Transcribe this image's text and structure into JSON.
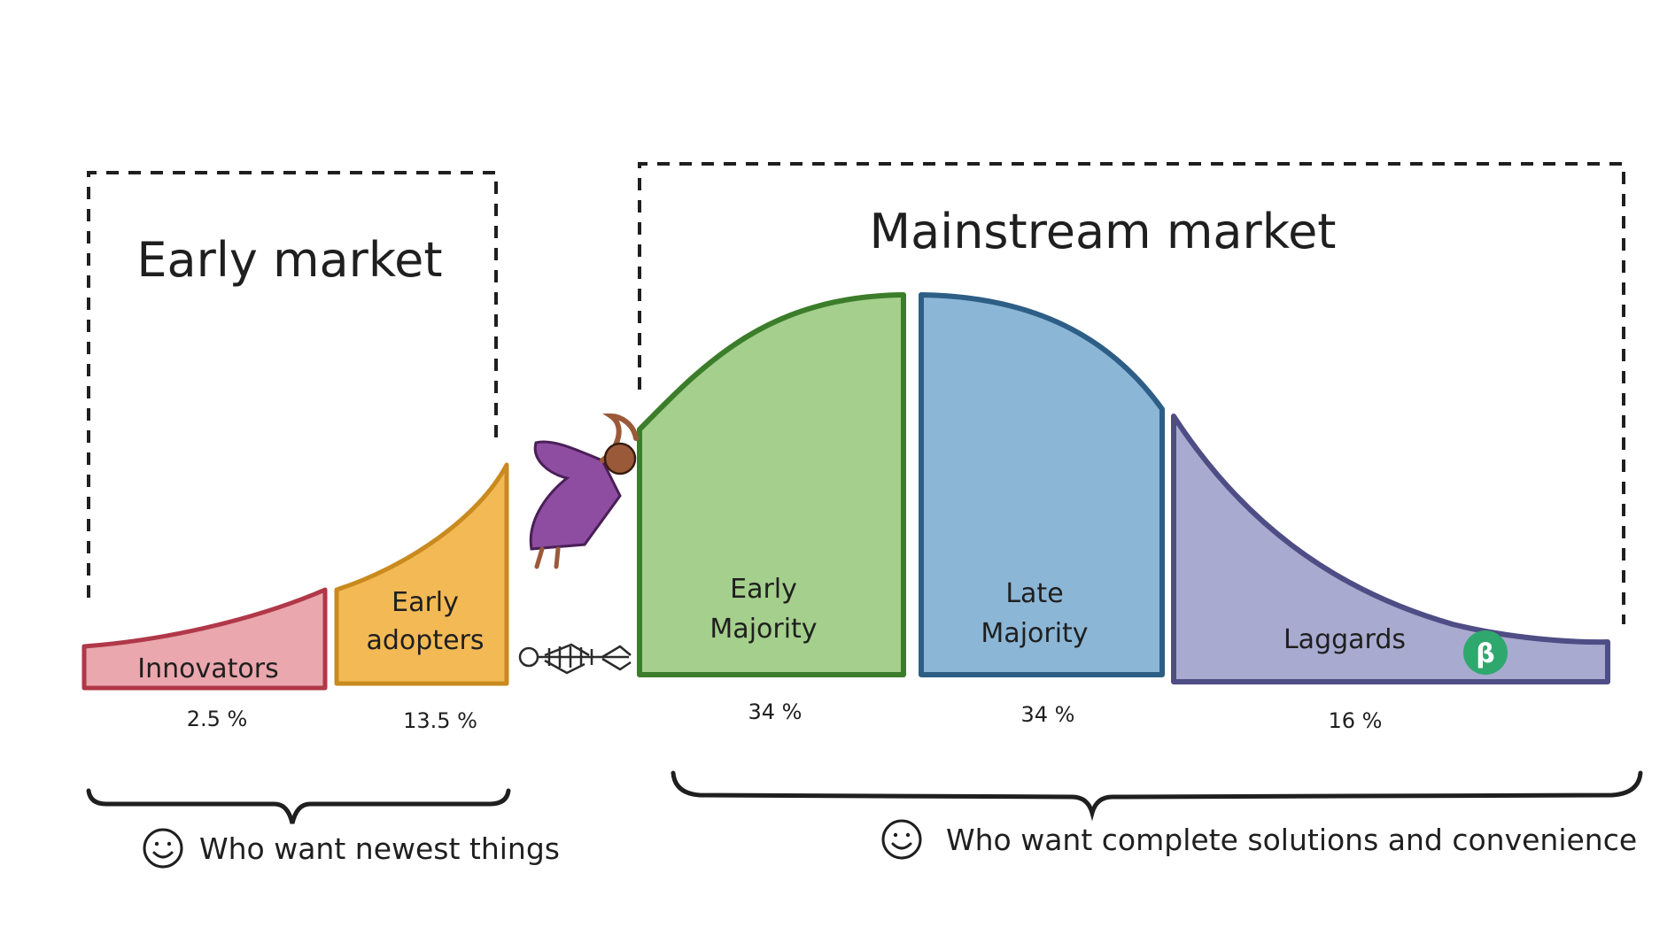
{
  "groups": {
    "early_title": "Early market",
    "mainstream_title": "Mainstream market",
    "early_caption": "Who want newest things",
    "mainstream_caption": "Who want complete solutions and convenience"
  },
  "segments": [
    {
      "id": "innovators",
      "line1": "Innovators",
      "line2": "",
      "percent": "2.5 %",
      "share": 2.5,
      "fill": "#eaa7ad",
      "stroke": "#b03848"
    },
    {
      "id": "early-adopters",
      "line1": "Early",
      "line2": "adopters",
      "percent": "13.5 %",
      "share": 13.5,
      "fill": "#f2b955",
      "stroke": "#c98a1e"
    },
    {
      "id": "early-majority",
      "line1": "Early",
      "line2": "Majority",
      "percent": "34 %",
      "share": 34,
      "fill": "#a4cf8c",
      "stroke": "#3b7d2a"
    },
    {
      "id": "late-majority",
      "line1": "Late",
      "line2": "Majority",
      "percent": "34 %",
      "share": 34,
      "fill": "#8cb6d6",
      "stroke": "#2d5e86"
    },
    {
      "id": "laggards",
      "line1": "Laggards",
      "line2": "",
      "percent": "16 %",
      "share": 16,
      "fill": "#a9aad0",
      "stroke": "#4f4d85"
    }
  ],
  "badge": {
    "glyph": "β",
    "color": "#2fa86e"
  },
  "colors": {
    "ink": "#1f1f1f",
    "figure_dress": "#8e4da0",
    "figure_skin": "#9a5a3a",
    "skeleton": "#2a2a2a"
  },
  "icons": [
    "smiley-icon",
    "beta-badge-icon"
  ]
}
